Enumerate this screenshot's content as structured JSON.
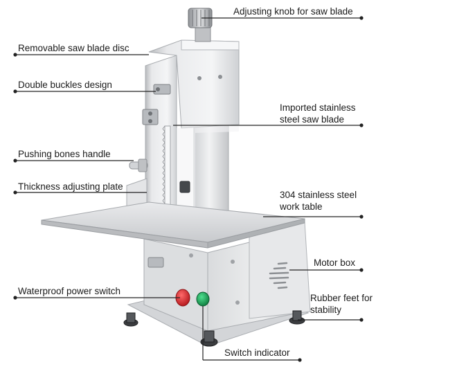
{
  "callouts": {
    "adjusting_knob": "Adjusting knob for saw blade",
    "removable_disc": "Removable saw blade disc",
    "double_buckles": "Double buckles design",
    "imported_blade_line1": "Imported stainless",
    "imported_blade_line2": "steel saw blade",
    "pushing_handle": "Pushing bones handle",
    "thickness_plate": "Thickness adjusting plate",
    "work_table_line1": "304 stainless steel",
    "work_table_line2": "work table",
    "motor_box": "Motor box",
    "waterproof_switch": "Waterproof power switch",
    "rubber_feet_line1": "Rubber feet for",
    "rubber_feet_line2": "stability",
    "switch_indicator": "Switch indicator"
  },
  "colors": {
    "steel_light": "#e6e7e9",
    "steel_mid": "#c9cbce",
    "steel_dark": "#9a9da1",
    "switch_red": "#d6262b",
    "indicator_green": "#1f9e5a",
    "line": "#222222"
  }
}
